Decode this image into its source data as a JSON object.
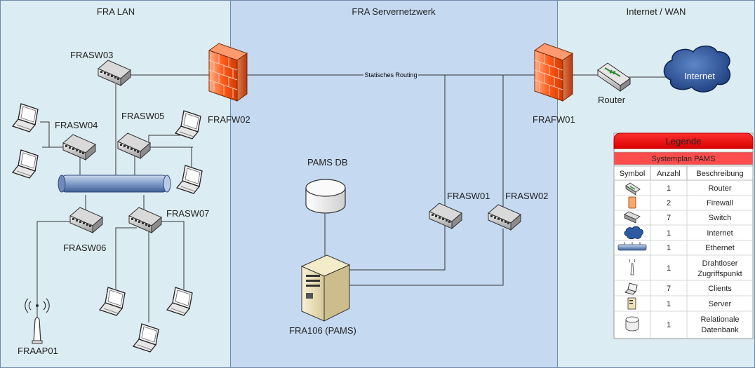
{
  "zones": {
    "lan": "FRA LAN",
    "server": "FRA Servernetzwerk",
    "wan": "Internet / WAN"
  },
  "colors": {
    "lan_bg": "#dcecf3",
    "server_bg": "#c5d9f1",
    "wan_bg": "#dcecf3",
    "legend_red": "#e8000e",
    "legend_red_light": "#ff4d4d"
  },
  "devices": {
    "frasw03": "FRASW03",
    "frasw04": "FRASW04",
    "frasw05": "FRASW05",
    "frasw06": "FRASW06",
    "frasw07": "FRASW07",
    "frasw01": "FRASW01",
    "frasw02": "FRASW02",
    "frafw02": "FRAFW02",
    "frafw01": "FRAFW01",
    "router": "Router",
    "internet": "Internet",
    "pams_db": "PAMS DB",
    "fra106": "FRA106 (PAMS)",
    "fraap01": "FRAAP01"
  },
  "routing_label": "Statisches Routing",
  "legend": {
    "title": "Legende",
    "subtitle": "Systemplan PAMS",
    "headers": [
      "Symbol",
      "Anzahl",
      "Beschreibung"
    ],
    "rows": [
      {
        "icon": "router-icon",
        "count": "1",
        "desc": [
          "Router"
        ]
      },
      {
        "icon": "firewall-icon",
        "count": "2",
        "desc": [
          "Firewall"
        ]
      },
      {
        "icon": "switch-icon",
        "count": "7",
        "desc": [
          "Switch"
        ]
      },
      {
        "icon": "cloud-icon",
        "count": "1",
        "desc": [
          "Internet"
        ]
      },
      {
        "icon": "ethernet-icon",
        "count": "1",
        "desc": [
          "Ethernet"
        ]
      },
      {
        "icon": "access-point-icon",
        "count": "1",
        "desc": [
          "Drahtloser",
          "Zugriffspunkt"
        ]
      },
      {
        "icon": "laptop-icon",
        "count": "7",
        "desc": [
          "Clients"
        ]
      },
      {
        "icon": "server-icon",
        "count": "1",
        "desc": [
          "Server"
        ]
      },
      {
        "icon": "database-icon",
        "count": "1",
        "desc": [
          "Relationale",
          "Datenbank"
        ]
      }
    ]
  }
}
